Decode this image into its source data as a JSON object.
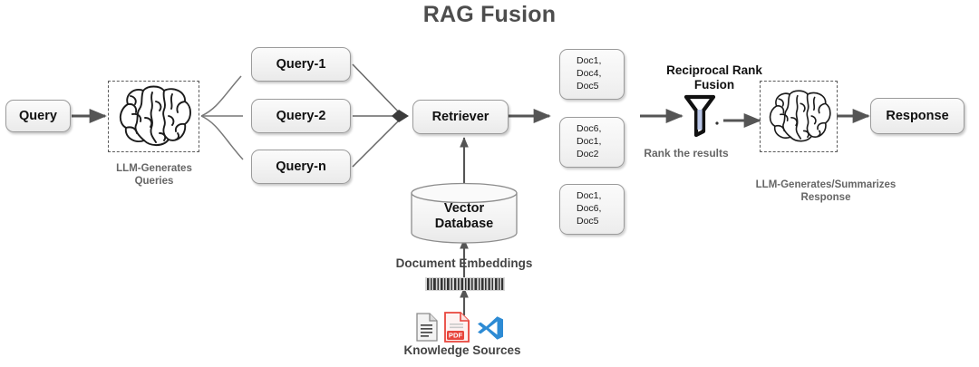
{
  "diagram": {
    "title": "RAG Fusion",
    "nodes": {
      "query": "Query",
      "query_1": "Query-1",
      "query_2": "Query-2",
      "query_n": "Query-n",
      "retriever": "Retriever",
      "vector_database_line1": "Vector",
      "vector_database_line2": "Database",
      "response": "Response"
    },
    "doc_results": [
      {
        "name": "result-set-1",
        "docs": [
          "Doc1,",
          "Doc4,",
          "Doc5"
        ]
      },
      {
        "name": "result-set-2",
        "docs": [
          "Doc6,",
          "Doc1,",
          "Doc2"
        ]
      },
      {
        "name": "result-set-3",
        "docs": [
          "Doc1,",
          "Doc6,",
          "Doc5"
        ]
      }
    ],
    "labels": {
      "llm_generates_queries_line1": "LLM-Generates",
      "llm_generates_queries_line2": "Queries",
      "reciprocal_rank_fusion_line1": "Reciprocal Rank",
      "reciprocal_rank_fusion_line2": "Fusion",
      "rank_the_results": "Rank the results",
      "llm_summarizes_line1": "LLM-Generates/Summarizes",
      "llm_summarizes_line2": "Response",
      "document_embeddings": "Document Embeddings",
      "knowledge_sources": "Knowledge Sources"
    },
    "icons": {
      "brain_queries": "brain-icon",
      "brain_response": "brain-icon",
      "funnel": "funnel-icon",
      "embedding_strip": "barcode-embedding-icon",
      "source_document": "document-file-icon",
      "source_pdf": "pdf-file-icon",
      "source_vscode": "vscode-file-icon",
      "pdf_badge": "PDF"
    },
    "colors": {
      "title": "#4d4d4d",
      "box_border": "#9b9b9b",
      "box_fill": "#f2f2f2",
      "arrow": "#555555",
      "caption": "#666666",
      "funnel_accent": "#b9c6e8",
      "pdf_red": "#e8453c",
      "vscode_blue": "#2d8bd4",
      "embedding_bar": "#3a3a3a"
    }
  }
}
